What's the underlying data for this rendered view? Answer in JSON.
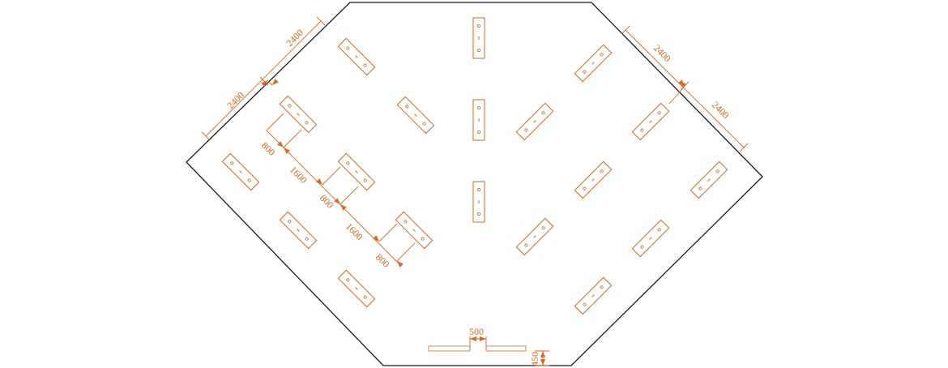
{
  "drawing": {
    "outline_color": "#1a1a1a",
    "accent_color": "#e2661e",
    "dimensions": {
      "top_left_upper": "2400",
      "top_left_lower": "2400",
      "top_right_upper": "2400",
      "top_right_lower": "2400",
      "offset_1": "800",
      "spacing_1": "1600",
      "offset_2": "800",
      "spacing_2": "1600",
      "offset_3": "800",
      "bottom_gap": "500",
      "bottom_height": "450"
    }
  }
}
